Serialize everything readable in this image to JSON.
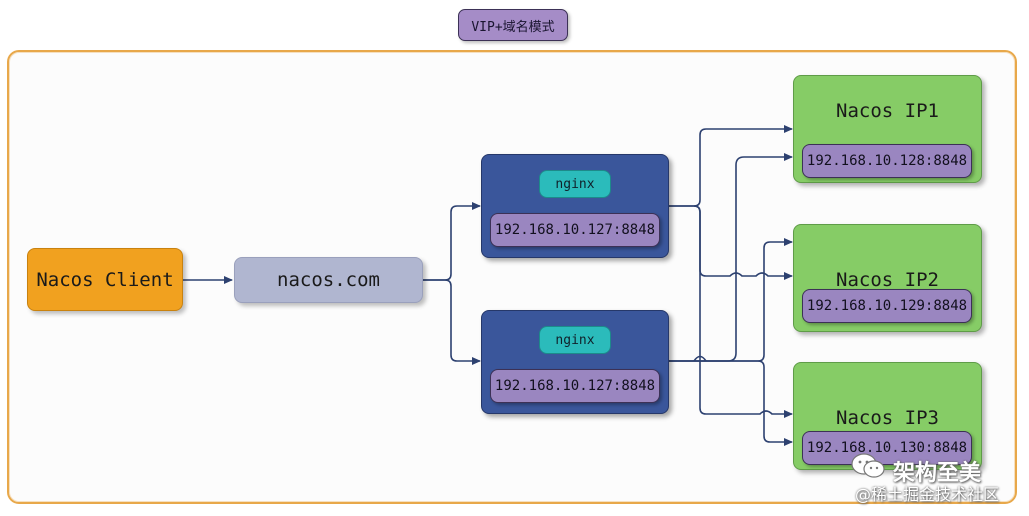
{
  "title": "VIP+域名模式",
  "client": {
    "label": "Nacos Client"
  },
  "domain": {
    "label": "nacos.com"
  },
  "nginx": [
    {
      "label": "nginx",
      "ip": "192.168.10.127:8848"
    },
    {
      "label": "nginx",
      "ip": "192.168.10.127:8848"
    }
  ],
  "nacos": [
    {
      "label": "Nacos IP1",
      "ip": "192.168.10.128:8848"
    },
    {
      "label": "Nacos IP2",
      "ip": "192.168.10.129:8848"
    },
    {
      "label": "Nacos IP3",
      "ip": "192.168.10.130:8848"
    }
  ],
  "watermark": {
    "main": "架构至美",
    "sub": "@稀土掘金技术社区",
    "icon": "wechat-icon"
  },
  "colors": {
    "frame": "#e8a84a",
    "client": "#f1a11f",
    "domain": "#b0b6d0",
    "nginx": "#3a569b",
    "nginx_tag": "#2bbbbb",
    "ip_pill": "#9a86c0",
    "nacos": "#86cc66",
    "connector": "#2d4170"
  }
}
